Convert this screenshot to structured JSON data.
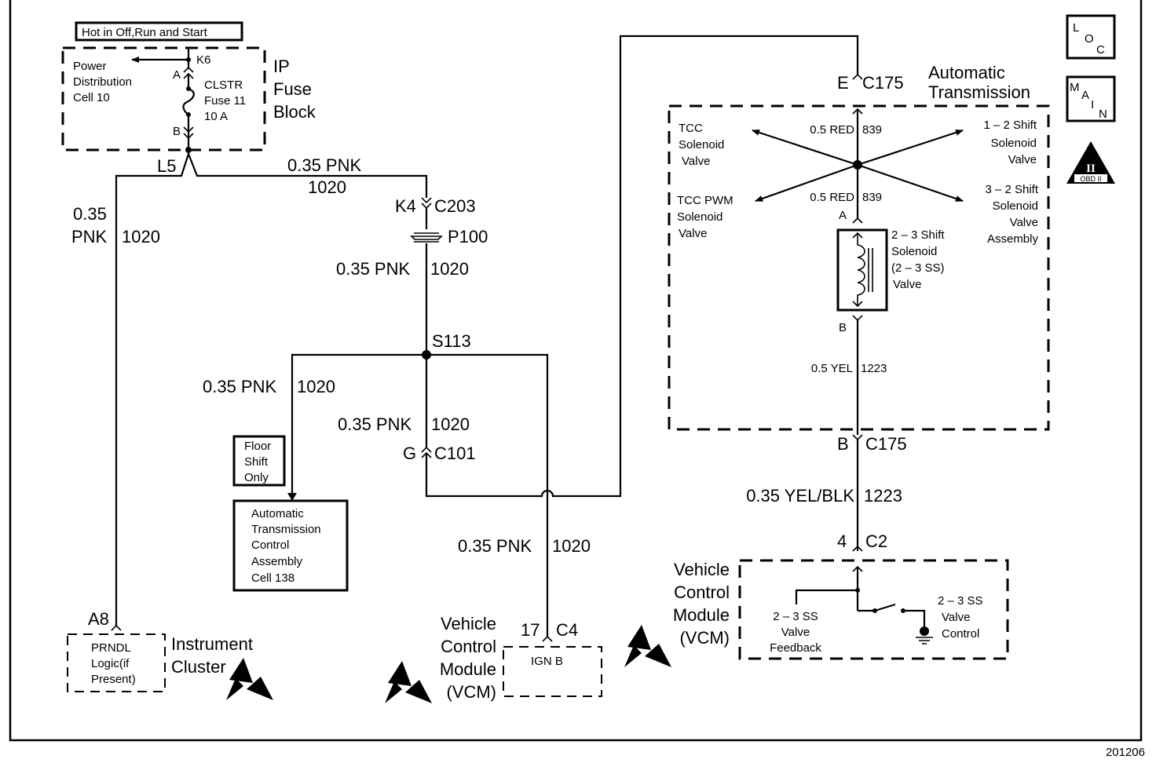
{
  "diagram_id": "201206",
  "header_box": "Hot in Off,Run and Start",
  "side_icons": {
    "loc": [
      "L",
      "O",
      "C"
    ],
    "main": [
      "M",
      "A",
      "I",
      "N"
    ],
    "obd": {
      "roman": "II",
      "label": "OBD II"
    }
  },
  "ip_fuse_block": {
    "title": [
      "IP",
      "Fuse",
      "Block"
    ],
    "power_dist": [
      "Power",
      "Distribution",
      "Cell 10"
    ],
    "pin_top": "K6",
    "pin_a": "A",
    "pin_b": "B",
    "fuse": [
      "CLSTR",
      "Fuse 11",
      "10 A"
    ],
    "splice": "L5"
  },
  "wires": {
    "top_horizontal": {
      "gauge_color": "0.35 PNK",
      "circuit": "1020"
    },
    "left_vertical": {
      "gauge": "0.35",
      "color": "PNK",
      "circuit": "1020"
    },
    "center_upper": {
      "gauge_color": "0.35 PNK",
      "circuit": "1020"
    },
    "floor_branch": {
      "gauge_color": "0.35 PNK",
      "circuit": "1020"
    },
    "center_lower": {
      "gauge_color": "0.35 PNK",
      "circuit": "1020"
    },
    "vcm_drop": {
      "gauge_color": "0.35 PNK",
      "circuit": "1020"
    },
    "trans_upper": {
      "gauge_color": "0.5 RED",
      "circuit": "839"
    },
    "trans_mid": {
      "gauge_color": "0.5 RED",
      "circuit": "839"
    },
    "trans_lower": {
      "gauge_color": "0.5 YEL",
      "circuit": "1223"
    },
    "vcm_feed": {
      "gauge_color": "0.35 YEL/BLK",
      "circuit": "1223"
    }
  },
  "connectors": {
    "c203": {
      "pin": "K4",
      "name": "C203"
    },
    "p100": {
      "name": "P100"
    },
    "s113": {
      "name": "S113"
    },
    "c101": {
      "pin": "G",
      "name": "C101"
    },
    "c175_top": {
      "pin": "E",
      "name": "C175"
    },
    "c175_bot": {
      "pin": "B",
      "name": "C175"
    },
    "c2": {
      "pin": "4",
      "name": "C2"
    },
    "c4": {
      "pin": "17",
      "name": "C4"
    },
    "a8": {
      "pin": "A8"
    }
  },
  "floor_shift_note": [
    "Floor",
    "Shift",
    "Only"
  ],
  "atca_box": [
    "Automatic",
    "Transmission",
    "Control",
    "Assembly",
    "Cell 138"
  ],
  "instrument_cluster": {
    "title": [
      "Instrument",
      "Cluster"
    ],
    "content": [
      "PRNDL",
      "Logic(if",
      "Present)"
    ]
  },
  "vcm_left": {
    "title": [
      "Vehicle",
      "Control",
      "Module",
      "(VCM)"
    ],
    "content": "IGN B"
  },
  "vcm_right": {
    "title": [
      "Vehicle",
      "Control",
      "Module",
      "(VCM)"
    ],
    "feedback": [
      "2 – 3 SS",
      "Valve",
      "Feedback"
    ],
    "control": [
      "2 – 3 SS",
      "Valve",
      "Control"
    ]
  },
  "automatic_transmission": {
    "title": [
      "Automatic",
      "Transmission"
    ],
    "tcc": [
      "TCC",
      "Solenoid",
      "Valve"
    ],
    "tcc_pwm": [
      "TCC PWM",
      "Solenoid",
      "Valve"
    ],
    "shift_12": [
      "1 – 2 Shift",
      "Solenoid",
      "Valve"
    ],
    "shift_32": [
      "3 – 2 Shift",
      "Solenoid",
      "Valve",
      "Assembly"
    ],
    "shift_23": [
      "2 – 3 Shift",
      "Solenoid",
      "(2 – 3 SS)",
      "Valve"
    ],
    "pin_a": "A",
    "pin_b": "B"
  }
}
